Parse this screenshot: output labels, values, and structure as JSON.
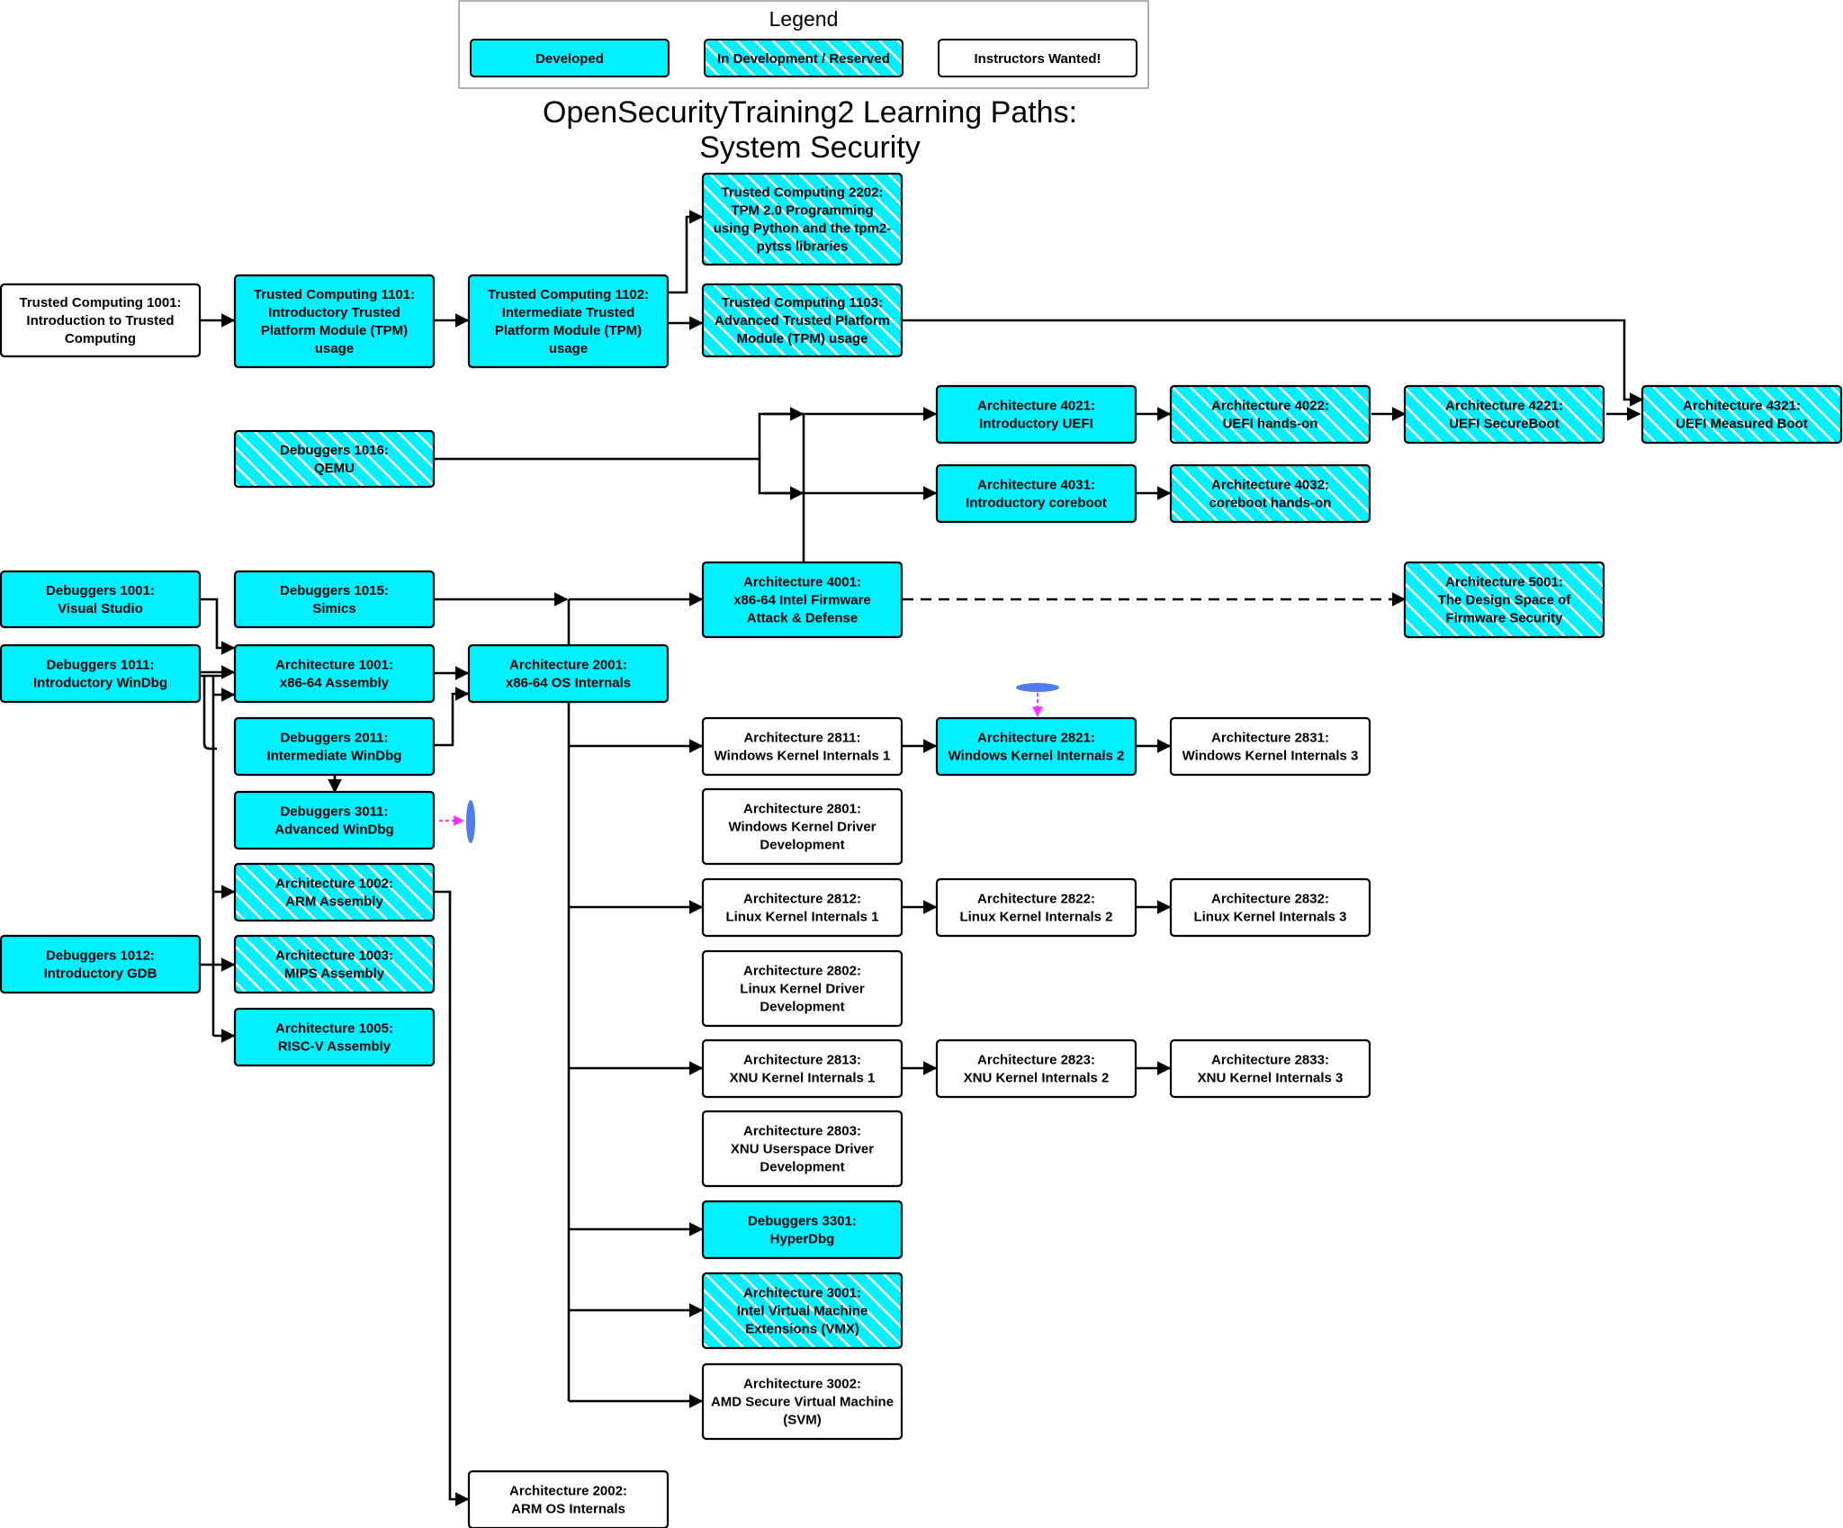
{
  "title": {
    "line1": "OpenSecurityTraining2 Learning Paths:",
    "line2": "System Security"
  },
  "legend": {
    "title": "Legend",
    "items": [
      {
        "label": "Developed",
        "status": "developed"
      },
      {
        "label": "In Development / Reserved",
        "status": "reserved"
      },
      {
        "label": "Instructors Wanted!",
        "status": "wanted"
      }
    ]
  },
  "colors": {
    "developed": "#00f0ff",
    "reserved": "#00f0ff",
    "hatch": "#ffffff",
    "wanted": "#ffffff",
    "border": "#000000",
    "marker_blue": "#4f7cf0",
    "marker_pink": "#ff33ff"
  },
  "nodes": [
    {
      "id": "tc1001",
      "status": "wanted",
      "lines": [
        "Trusted Computing 1001:",
        "Introduction to Trusted",
        "Computing"
      ]
    },
    {
      "id": "tc1101",
      "status": "developed",
      "lines": [
        "Trusted Computing 1101:",
        "Introductory Trusted",
        "Platform Module (TPM)",
        "usage"
      ]
    },
    {
      "id": "tc1102",
      "status": "developed",
      "lines": [
        "Trusted Computing 1102:",
        "Intermediate Trusted",
        "Platform Module (TPM)",
        "usage"
      ]
    },
    {
      "id": "tc2202",
      "status": "reserved",
      "lines": [
        "Trusted Computing 2202:",
        "TPM 2.0 Programming",
        "using Python and the tpm2-",
        "pytss libraries"
      ]
    },
    {
      "id": "tc1103",
      "status": "reserved",
      "lines": [
        "Trusted Computing 1103:",
        "Advanced Trusted Platform",
        "Module (TPM) usage"
      ]
    },
    {
      "id": "dbg1016",
      "status": "reserved",
      "lines": [
        "Debuggers 1016:",
        "QEMU"
      ]
    },
    {
      "id": "arch4021",
      "status": "developed",
      "lines": [
        "Architecture 4021:",
        "Introductory UEFI"
      ]
    },
    {
      "id": "arch4022",
      "status": "reserved",
      "lines": [
        "Architecture 4022:",
        "UEFI hands-on"
      ]
    },
    {
      "id": "arch4221",
      "status": "reserved",
      "lines": [
        "Architecture 4221:",
        "UEFI SecureBoot"
      ]
    },
    {
      "id": "arch4321",
      "status": "reserved",
      "lines": [
        "Architecture 4321:",
        "UEFI Measured Boot"
      ]
    },
    {
      "id": "arch4031",
      "status": "developed",
      "lines": [
        "Architecture 4031:",
        "Introductory coreboot"
      ]
    },
    {
      "id": "arch4032",
      "status": "reserved",
      "lines": [
        "Architecture 4032:",
        "coreboot hands-on"
      ]
    },
    {
      "id": "dbg1001",
      "status": "developed",
      "lines": [
        "Debuggers 1001:",
        "Visual Studio"
      ]
    },
    {
      "id": "dbg1015",
      "status": "developed",
      "lines": [
        "Debuggers 1015:",
        "Simics"
      ]
    },
    {
      "id": "arch4001",
      "status": "developed",
      "lines": [
        "Architecture 4001:",
        "x86-64 Intel Firmware",
        "Attack & Defense"
      ]
    },
    {
      "id": "arch5001",
      "status": "reserved",
      "lines": [
        "Architecture 5001:",
        "The Design Space of",
        "Firmware Security"
      ]
    },
    {
      "id": "dbg1011",
      "status": "developed",
      "lines": [
        "Debuggers 1011:",
        "Introductory WinDbg"
      ]
    },
    {
      "id": "arch1001",
      "status": "developed",
      "lines": [
        "Architecture 1001:",
        "x86-64 Assembly"
      ]
    },
    {
      "id": "arch2001",
      "status": "developed",
      "lines": [
        "Architecture 2001:",
        "x86-64 OS Internals"
      ]
    },
    {
      "id": "dbg2011",
      "status": "developed",
      "lines": [
        "Debuggers 2011:",
        "Intermediate WinDbg"
      ]
    },
    {
      "id": "arch2811",
      "status": "wanted",
      "lines": [
        "Architecture 2811:",
        "Windows Kernel Internals 1"
      ]
    },
    {
      "id": "arch2821",
      "status": "developed",
      "lines": [
        "Architecture 2821:",
        "Windows Kernel Internals 2"
      ]
    },
    {
      "id": "arch2831",
      "status": "wanted",
      "lines": [
        "Architecture 2831:",
        "Windows Kernel Internals 3"
      ]
    },
    {
      "id": "dbg3011",
      "status": "developed",
      "lines": [
        "Debuggers 3011:",
        "Advanced WinDbg"
      ]
    },
    {
      "id": "arch2801",
      "status": "wanted",
      "lines": [
        "Architecture 2801:",
        "Windows Kernel Driver",
        "Development"
      ]
    },
    {
      "id": "arch1002",
      "status": "reserved",
      "lines": [
        "Architecture 1002:",
        "ARM Assembly"
      ]
    },
    {
      "id": "arch2812",
      "status": "wanted",
      "lines": [
        "Architecture 2812:",
        "Linux Kernel Internals 1"
      ]
    },
    {
      "id": "arch2822",
      "status": "wanted",
      "lines": [
        "Architecture 2822:",
        "Linux Kernel Internals 2"
      ]
    },
    {
      "id": "arch2832",
      "status": "wanted",
      "lines": [
        "Architecture 2832:",
        "Linux Kernel Internals 3"
      ]
    },
    {
      "id": "dbg1012",
      "status": "developed",
      "lines": [
        "Debuggers 1012:",
        "Introductory GDB"
      ]
    },
    {
      "id": "arch1003",
      "status": "reserved",
      "lines": [
        "Architecture 1003:",
        "MIPS Assembly"
      ]
    },
    {
      "id": "arch2802",
      "status": "wanted",
      "lines": [
        "Architecture 2802:",
        "Linux Kernel Driver",
        "Development"
      ]
    },
    {
      "id": "arch1005",
      "status": "developed",
      "lines": [
        "Architecture 1005:",
        "RISC-V Assembly"
      ]
    },
    {
      "id": "arch2813",
      "status": "wanted",
      "lines": [
        "Architecture 2813:",
        "XNU Kernel Internals 1"
      ]
    },
    {
      "id": "arch2823",
      "status": "wanted",
      "lines": [
        "Architecture 2823:",
        "XNU Kernel Internals 2"
      ]
    },
    {
      "id": "arch2833",
      "status": "wanted",
      "lines": [
        "Architecture 2833:",
        "XNU Kernel Internals 3"
      ]
    },
    {
      "id": "arch2803",
      "status": "wanted",
      "lines": [
        "Architecture 2803:",
        "XNU Userspace Driver",
        "Development"
      ]
    },
    {
      "id": "dbg3301",
      "status": "developed",
      "lines": [
        "Debuggers 3301:",
        "HyperDbg"
      ]
    },
    {
      "id": "arch3001",
      "status": "reserved",
      "lines": [
        "Architecture 3001:",
        "Intel Virtual Machine",
        "Extensions (VMX)"
      ]
    },
    {
      "id": "arch3002",
      "status": "wanted",
      "lines": [
        "Architecture 3002:",
        "AMD Secure Virtual Machine",
        "(SVM)"
      ]
    },
    {
      "id": "arch2002",
      "status": "wanted",
      "lines": [
        "Architecture 2002:",
        "ARM OS Internals"
      ]
    }
  ]
}
